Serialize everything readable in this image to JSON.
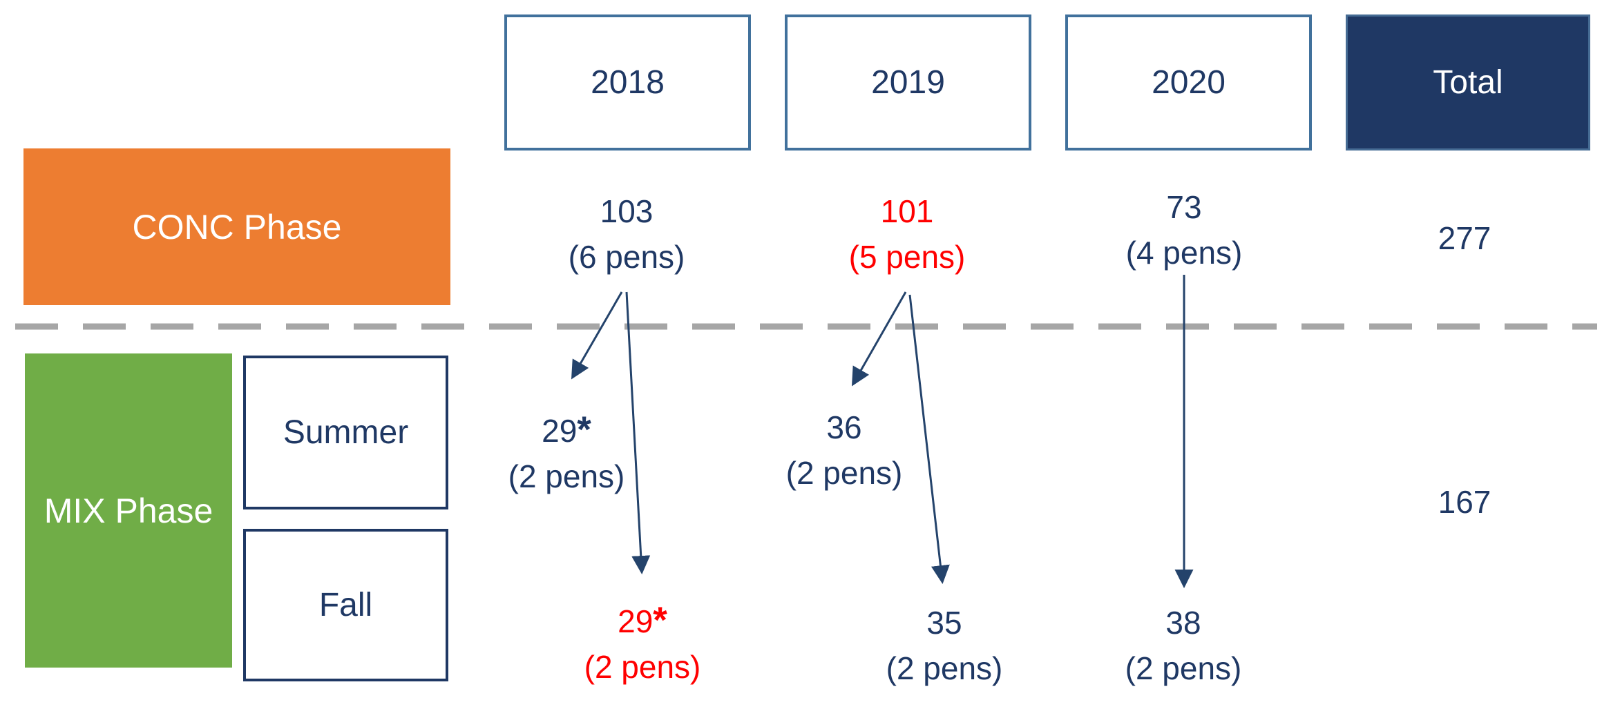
{
  "diagram": {
    "header": {
      "years": [
        {
          "label": "2018"
        },
        {
          "label": "2019"
        },
        {
          "label": "2020"
        }
      ],
      "total_label": "Total"
    },
    "phases": {
      "conc_label": "CONC Phase",
      "mix_label": "MIX Phase",
      "summer_label": "Summer",
      "fall_label": "Fall"
    },
    "cells": {
      "conc_2018": {
        "value": "103",
        "star": "",
        "pens": "(6 pens)"
      },
      "conc_2019": {
        "value": "101",
        "star": "",
        "pens": "(5 pens)"
      },
      "conc_2020": {
        "value": "73",
        "star": "",
        "pens": "(4 pens)"
      },
      "conc_total": "277",
      "summer_2018": {
        "value": "29",
        "star": "*",
        "pens": "(2 pens)"
      },
      "summer_2019": {
        "value": "36",
        "star": "",
        "pens": "(2 pens)"
      },
      "fall_2018": {
        "value": "29",
        "star": "*",
        "pens": "(2 pens)"
      },
      "fall_2019": {
        "value": "35",
        "star": "",
        "pens": "(2 pens)"
      },
      "fall_2020": {
        "value": "38",
        "star": "",
        "pens": "(2 pens)"
      },
      "mix_total": "167"
    },
    "colors": {
      "navy": "#1F3864",
      "red": "#FF0000",
      "orange": "#ED7D31",
      "green": "#70AD47",
      "year_border": "#41719C",
      "dash_gray": "#A6A6A6"
    }
  }
}
